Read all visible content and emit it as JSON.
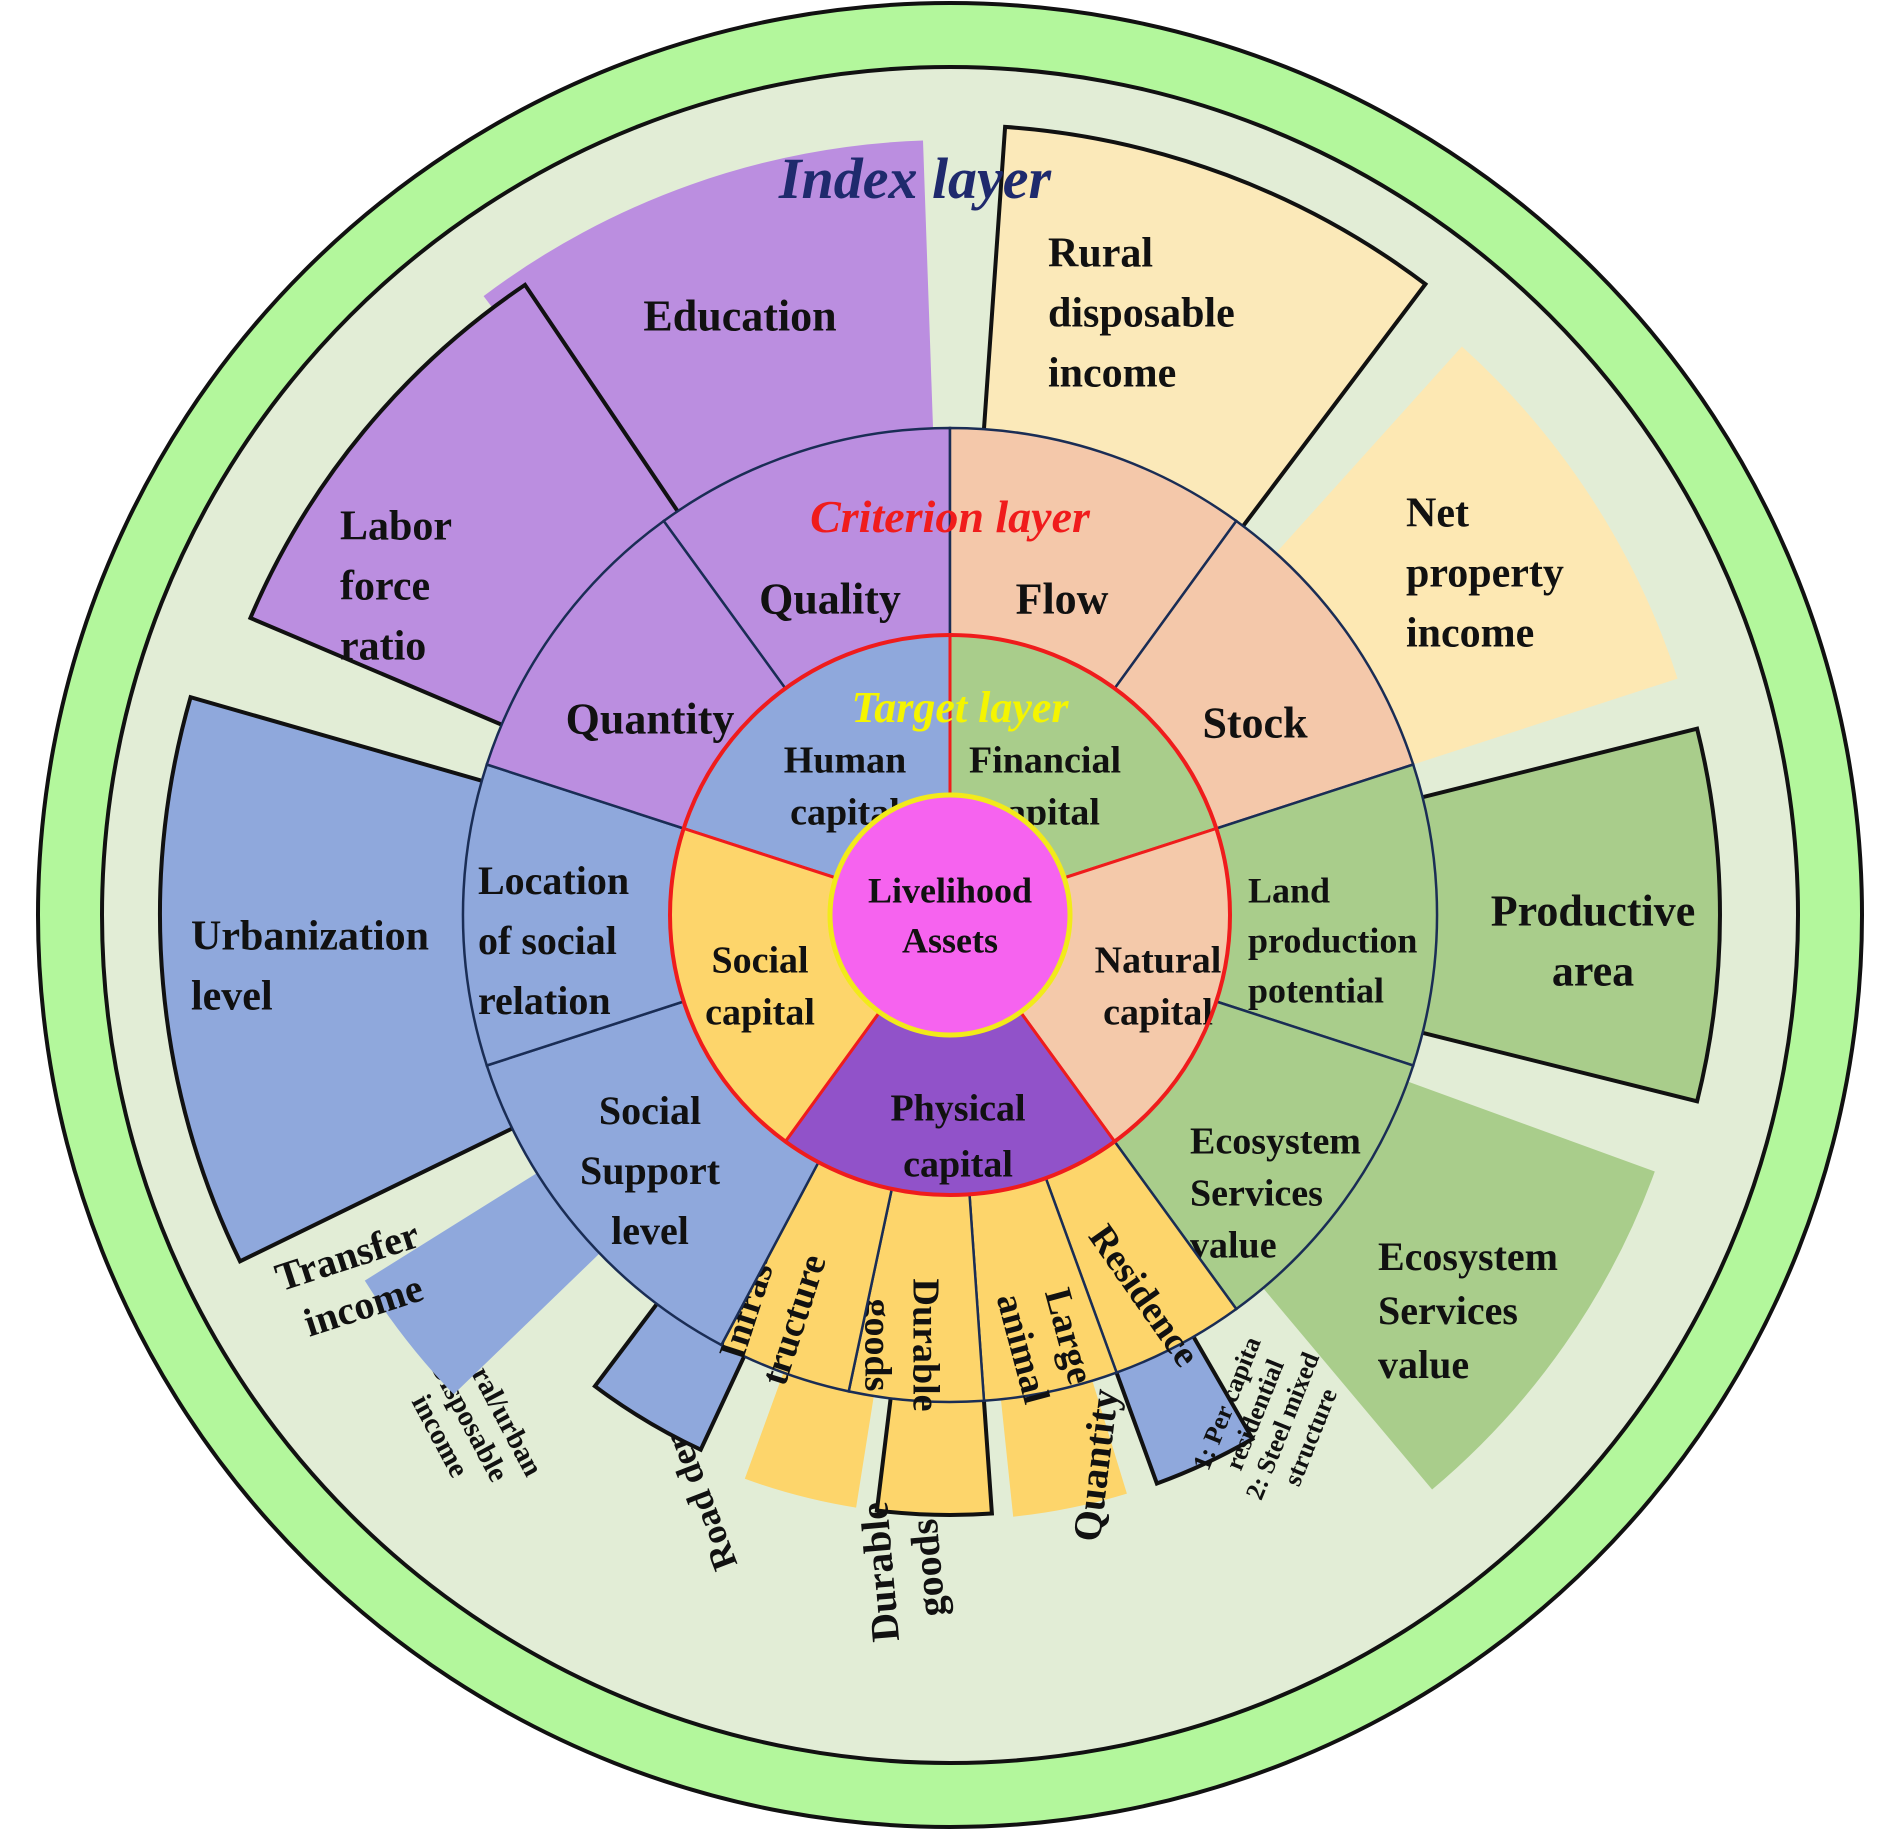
{
  "layers": {
    "index_title": "Index layer",
    "criterion_title": "Criterion layer",
    "target_title": "Target layer"
  },
  "colors": {
    "outer_ring": "#b3f79c",
    "background": "#e2edd6",
    "human": "#8fa8dc",
    "financial": "#a9cd8b",
    "natural": "#f4c9aa",
    "physical": "#9152c9",
    "social": "#fdd56b",
    "center": "#f663ef",
    "quantity_quality": "#bb8ee0",
    "flow_stock": "#f4c8aa",
    "land_eco": "#a9cd8b",
    "location_support": "#8fa8dc",
    "physical_criteria": "#fdd56b",
    "idx_purple": "#bb8ee0",
    "idx_cream": "#fbe9b9",
    "idx_light_cream": "#fde8b3",
    "idx_green": "#a9cd8b",
    "idx_blue": "#8fa8dc",
    "idx_yellow": "#fdd56b",
    "index_title_color": "#1f2a6d",
    "criterion_title_color": "#f01c1c",
    "target_title_color": "#f5f500"
  },
  "center": {
    "label": [
      "Livelihood",
      "Assets"
    ]
  },
  "targets": [
    {
      "id": "human",
      "label": [
        "Human",
        "capital"
      ]
    },
    {
      "id": "financial",
      "label": [
        "Financial",
        "capital"
      ]
    },
    {
      "id": "natural",
      "label": [
        "Natural",
        "capital"
      ]
    },
    {
      "id": "physical",
      "label": [
        "Physical",
        "capital"
      ]
    },
    {
      "id": "social",
      "label": [
        "Social",
        "capital"
      ]
    }
  ],
  "criteria": [
    {
      "id": "quality",
      "label": [
        "Quality"
      ]
    },
    {
      "id": "flow",
      "label": [
        "Flow"
      ]
    },
    {
      "id": "stock",
      "label": [
        "Stock"
      ]
    },
    {
      "id": "land",
      "label": [
        "Land",
        "production",
        "potential"
      ]
    },
    {
      "id": "ecosystem",
      "label": [
        "Ecosystem",
        "Services",
        "value"
      ]
    },
    {
      "id": "residence",
      "label": [
        "Residence"
      ]
    },
    {
      "id": "large-animal",
      "label": [
        "Large",
        "animal"
      ]
    },
    {
      "id": "durable",
      "label": [
        "Durable",
        "goods"
      ]
    },
    {
      "id": "infrastructure",
      "label": [
        "Infras-",
        "tructure"
      ]
    },
    {
      "id": "support",
      "label": [
        "Social",
        "Support",
        "level"
      ]
    },
    {
      "id": "location",
      "label": [
        "Location",
        "of social",
        "relation"
      ]
    },
    {
      "id": "quantity",
      "label": [
        "Quantity"
      ]
    }
  ],
  "indices": [
    {
      "id": "education",
      "label": [
        "Education"
      ]
    },
    {
      "id": "rural-income",
      "label": [
        "Rural",
        "disposable",
        "income"
      ]
    },
    {
      "id": "net-property",
      "label": [
        "Net",
        "property",
        "income"
      ]
    },
    {
      "id": "productive-area",
      "label": [
        "Productive",
        "area"
      ]
    },
    {
      "id": "ecosystem-value",
      "label": [
        "Ecosystem",
        "Services",
        "value"
      ]
    },
    {
      "id": "residence-index",
      "label": [
        "1: Per capita",
        "residential",
        "2: Steel mixed",
        "structure"
      ]
    },
    {
      "id": "animal-quantity",
      "label": [
        "Quantity"
      ]
    },
    {
      "id": "durable-goods",
      "label": [
        "Durable",
        "goods"
      ]
    },
    {
      "id": "road-density",
      "label": [
        "Road density"
      ]
    },
    {
      "id": "rural-urban-income",
      "label": [
        "Rural/urban",
        "Disposable",
        "income"
      ]
    },
    {
      "id": "transfer-income",
      "label": [
        "Transfer",
        "income"
      ]
    },
    {
      "id": "urbanization",
      "label": [
        "Urbanization",
        "level"
      ]
    },
    {
      "id": "labor-force",
      "label": [
        "Labor",
        "force",
        "ratio"
      ]
    }
  ]
}
